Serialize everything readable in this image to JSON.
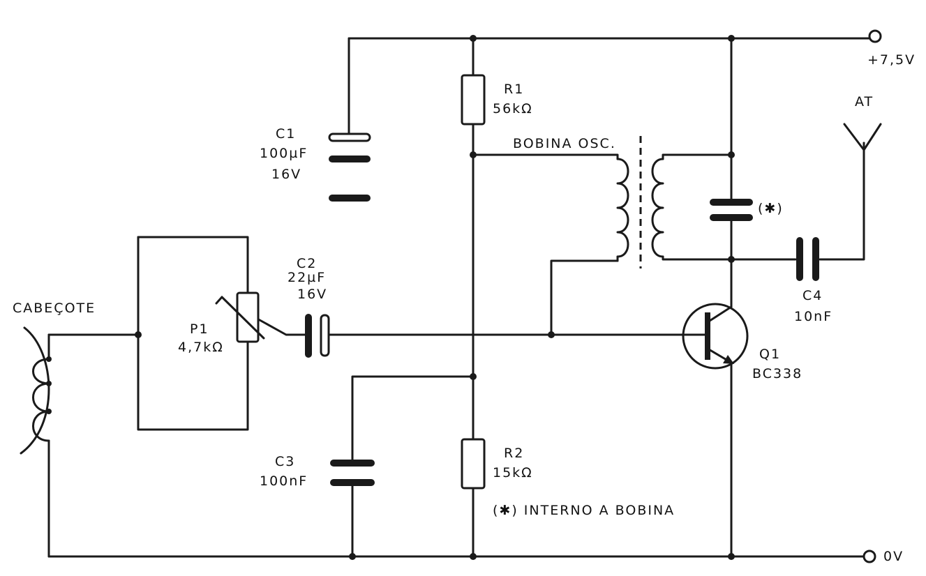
{
  "components": {
    "c1": {
      "name": "C1",
      "value": "100µF",
      "voltage": "16V"
    },
    "c2": {
      "name": "C2",
      "value": "22µF",
      "voltage": "16V"
    },
    "c3": {
      "name": "C3",
      "value": "100nF"
    },
    "c4": {
      "name": "C4",
      "value": "10nF"
    },
    "r1": {
      "name": "R1",
      "value": "56kΩ"
    },
    "r2": {
      "name": "R2",
      "value": "15kΩ"
    },
    "p1": {
      "name": "P1",
      "value": "4,7kΩ"
    },
    "q1": {
      "name": "Q1",
      "value": "BC338"
    },
    "coil": {
      "label": "BOBINA OSC."
    },
    "internal_cap": {
      "mark": "(✱)"
    },
    "head": {
      "label": "CABEÇOTE"
    },
    "antenna": {
      "label": "AT"
    }
  },
  "terminals": {
    "positive": "+7,5V",
    "ground": "0V"
  },
  "note": "(✱) INTERNO A BOBINA"
}
